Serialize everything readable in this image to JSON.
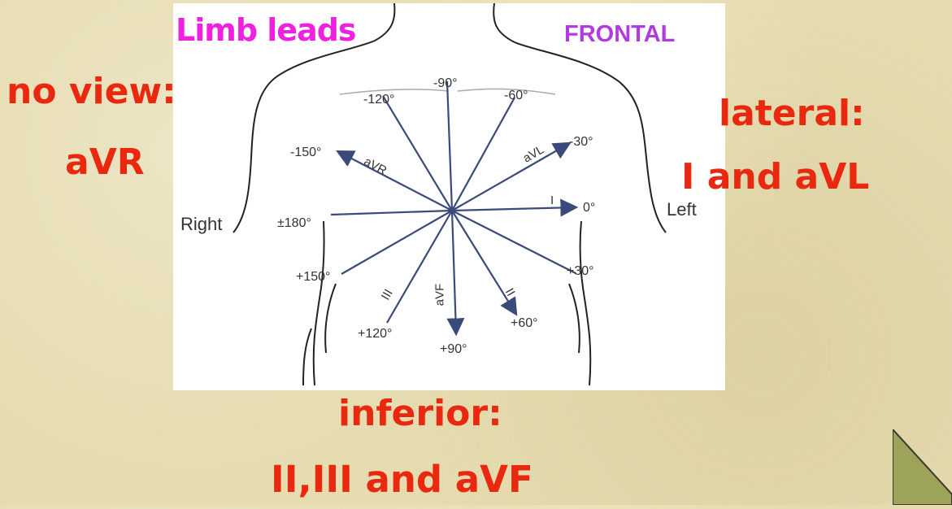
{
  "titles": {
    "limb_leads": "Limb leads",
    "frontal": "FRONTAL"
  },
  "groups": {
    "no_view_heading": "no view:",
    "no_view_leads": "aVR",
    "lateral_heading": "lateral:",
    "lateral_leads": "I and aVL",
    "inferior_heading": "inferior:",
    "inferior_leads": "II,III and aVF"
  },
  "sides": {
    "right": "Right",
    "left": "Left"
  },
  "angles": {
    "m90": "-90°",
    "m120": "-120°",
    "m60": "-60°",
    "m150": "-150°",
    "m30": "-30°",
    "pm180": "±180°",
    "zero": "0°",
    "p150": "+150°",
    "p30": "+30°",
    "p120": "+120°",
    "p60": "+60°",
    "p90": "+90°"
  },
  "leads": {
    "avr": "aVR",
    "avl": "aVL",
    "i": "I",
    "ii": "II",
    "iii": "III",
    "avf": "aVF"
  },
  "colors": {
    "red_labels": "#e8290f",
    "limb_title": "#f020e0",
    "frontal_title": "#b03ce0",
    "vector_lines": "#3a4a7a",
    "next_button": "#9ea35a"
  },
  "nav": {
    "next_icon": "triangle-right-icon"
  }
}
